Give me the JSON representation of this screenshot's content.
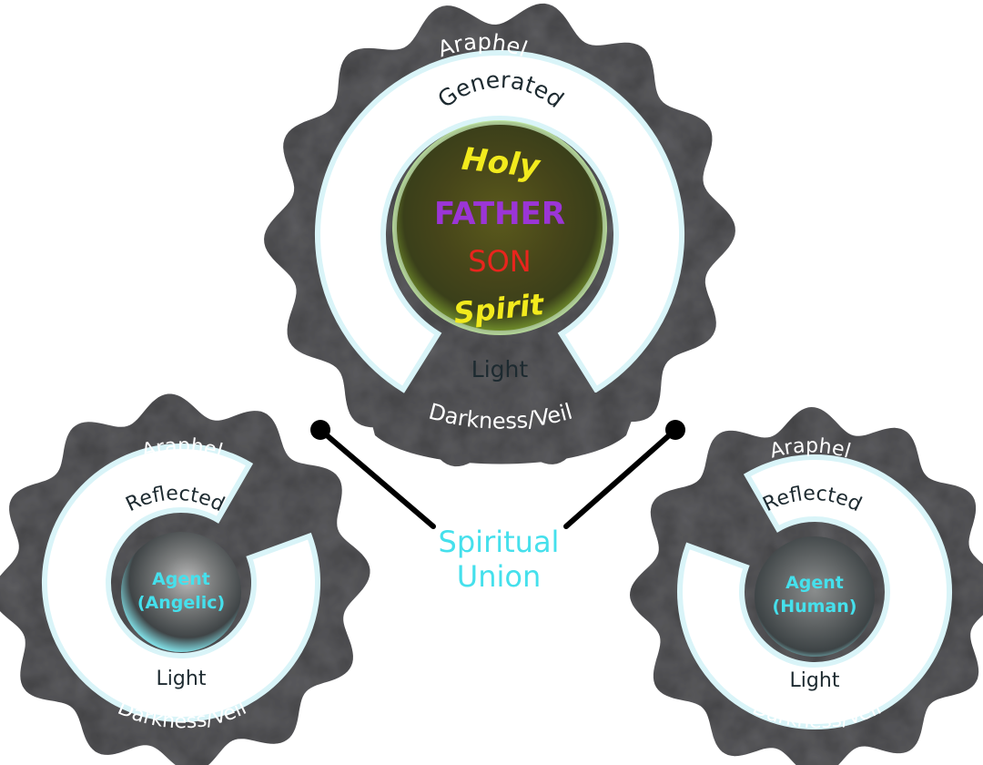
{
  "diagram": {
    "top": {
      "outer_label": "Araphel",
      "upper_label": "Generated",
      "core_lines": [
        {
          "text": "Holy",
          "color": "#f2ea1d"
        },
        {
          "text": "FATHER",
          "color": "#9b35d6"
        },
        {
          "text": "SON",
          "color": "#e8251d"
        },
        {
          "text": "Spirit",
          "color": "#f2ea1d"
        }
      ],
      "lower_label": "Light",
      "veil_label": "Darkness/Veil"
    },
    "left": {
      "outer_label": "Araphel",
      "upper_label": "Reflected",
      "core_line1": "Agent",
      "core_line2": "(Angelic)",
      "lower_label": "Light",
      "veil_label": "Darkness/Veil"
    },
    "right": {
      "outer_label": "Araphel",
      "upper_label": "Reflected",
      "core_line1": "Agent",
      "core_line2": "(Human)",
      "lower_label": "Light",
      "veil_label": "Darkness/Veil"
    },
    "union": {
      "line1": "Spiritual",
      "line2": "Union"
    },
    "colors": {
      "ring": "#5e5e62",
      "glow": "#d9f4f8",
      "agent_text": "#45e0ec",
      "union_text": "#45e0ec",
      "connector": "#000000",
      "dark_text": "#1d2a30",
      "light_text": "#ffffff"
    }
  }
}
